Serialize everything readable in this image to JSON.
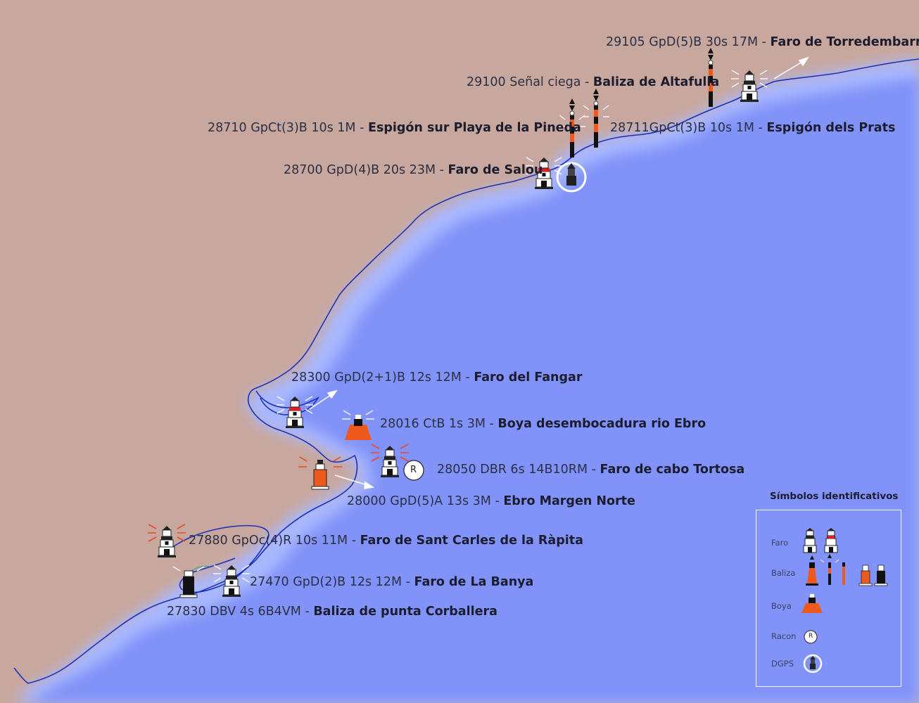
{
  "colors": {
    "land": "#c8a89e",
    "sea": "#8193f8",
    "sea_shallow": "#a9b8ff",
    "coastline": "#1c33b8",
    "beacon_orange": "#ee5a1e",
    "light_red": "#e8492a",
    "text": "#2b2f45"
  },
  "labels": [
    {
      "id": "torredembarra",
      "code": "29105 GpD(5)B 30s 17M",
      "name": "Faro de Torredembarra"
    },
    {
      "id": "altafulla",
      "code": "29100 Señal ciega",
      "name": "Baliza de Altafulla"
    },
    {
      "id": "pineda",
      "code": "28710 GpCt(3)B 10s 1M",
      "name": "Espigón sur Playa de la Pineda"
    },
    {
      "id": "prats",
      "code": "28711GpCt(3)B 10s 1M",
      "name": "Espigón dels Prats"
    },
    {
      "id": "salou",
      "code": "28700 GpD(4)B 20s 23M",
      "name": "Faro de Salou"
    },
    {
      "id": "fangar",
      "code": "28300  GpD(2+1)B 12s 12M",
      "name": "Faro del Fangar"
    },
    {
      "id": "boya-ebro",
      "code": "28016 CtB 1s 3M",
      "name": "Boya desembocadura rio Ebro"
    },
    {
      "id": "tortosa",
      "code": "28050 DBR 6s 14B10RM",
      "name": "Faro de cabo Tortosa"
    },
    {
      "id": "margen-norte",
      "code": "28000 GpD(5)A 13s 3M",
      "name": "Ebro Margen Norte"
    },
    {
      "id": "rapita",
      "code": "27880 GpOc(4)R 10s 11M",
      "name": "Faro de Sant Carles de la Ràpita"
    },
    {
      "id": "banya",
      "code": "27470 GpD(2)B 12s 12M",
      "name": "Faro de La Banya"
    },
    {
      "id": "corballera",
      "code": "27830 DBV 4s 6B4VM",
      "name": "Baliza de punta Corballera"
    }
  ],
  "legend": {
    "title": "Símbolos identificativos",
    "items": [
      {
        "label": "Faro",
        "icon": "lighthouse-icon"
      },
      {
        "label": "Baliza",
        "icon": "beacon-icon"
      },
      {
        "label": "Boya",
        "icon": "buoy-icon"
      },
      {
        "label": "Racon",
        "icon": "racon-icon"
      },
      {
        "label": "DGPS",
        "icon": "dgps-icon"
      }
    ]
  },
  "racon_letter": "R"
}
